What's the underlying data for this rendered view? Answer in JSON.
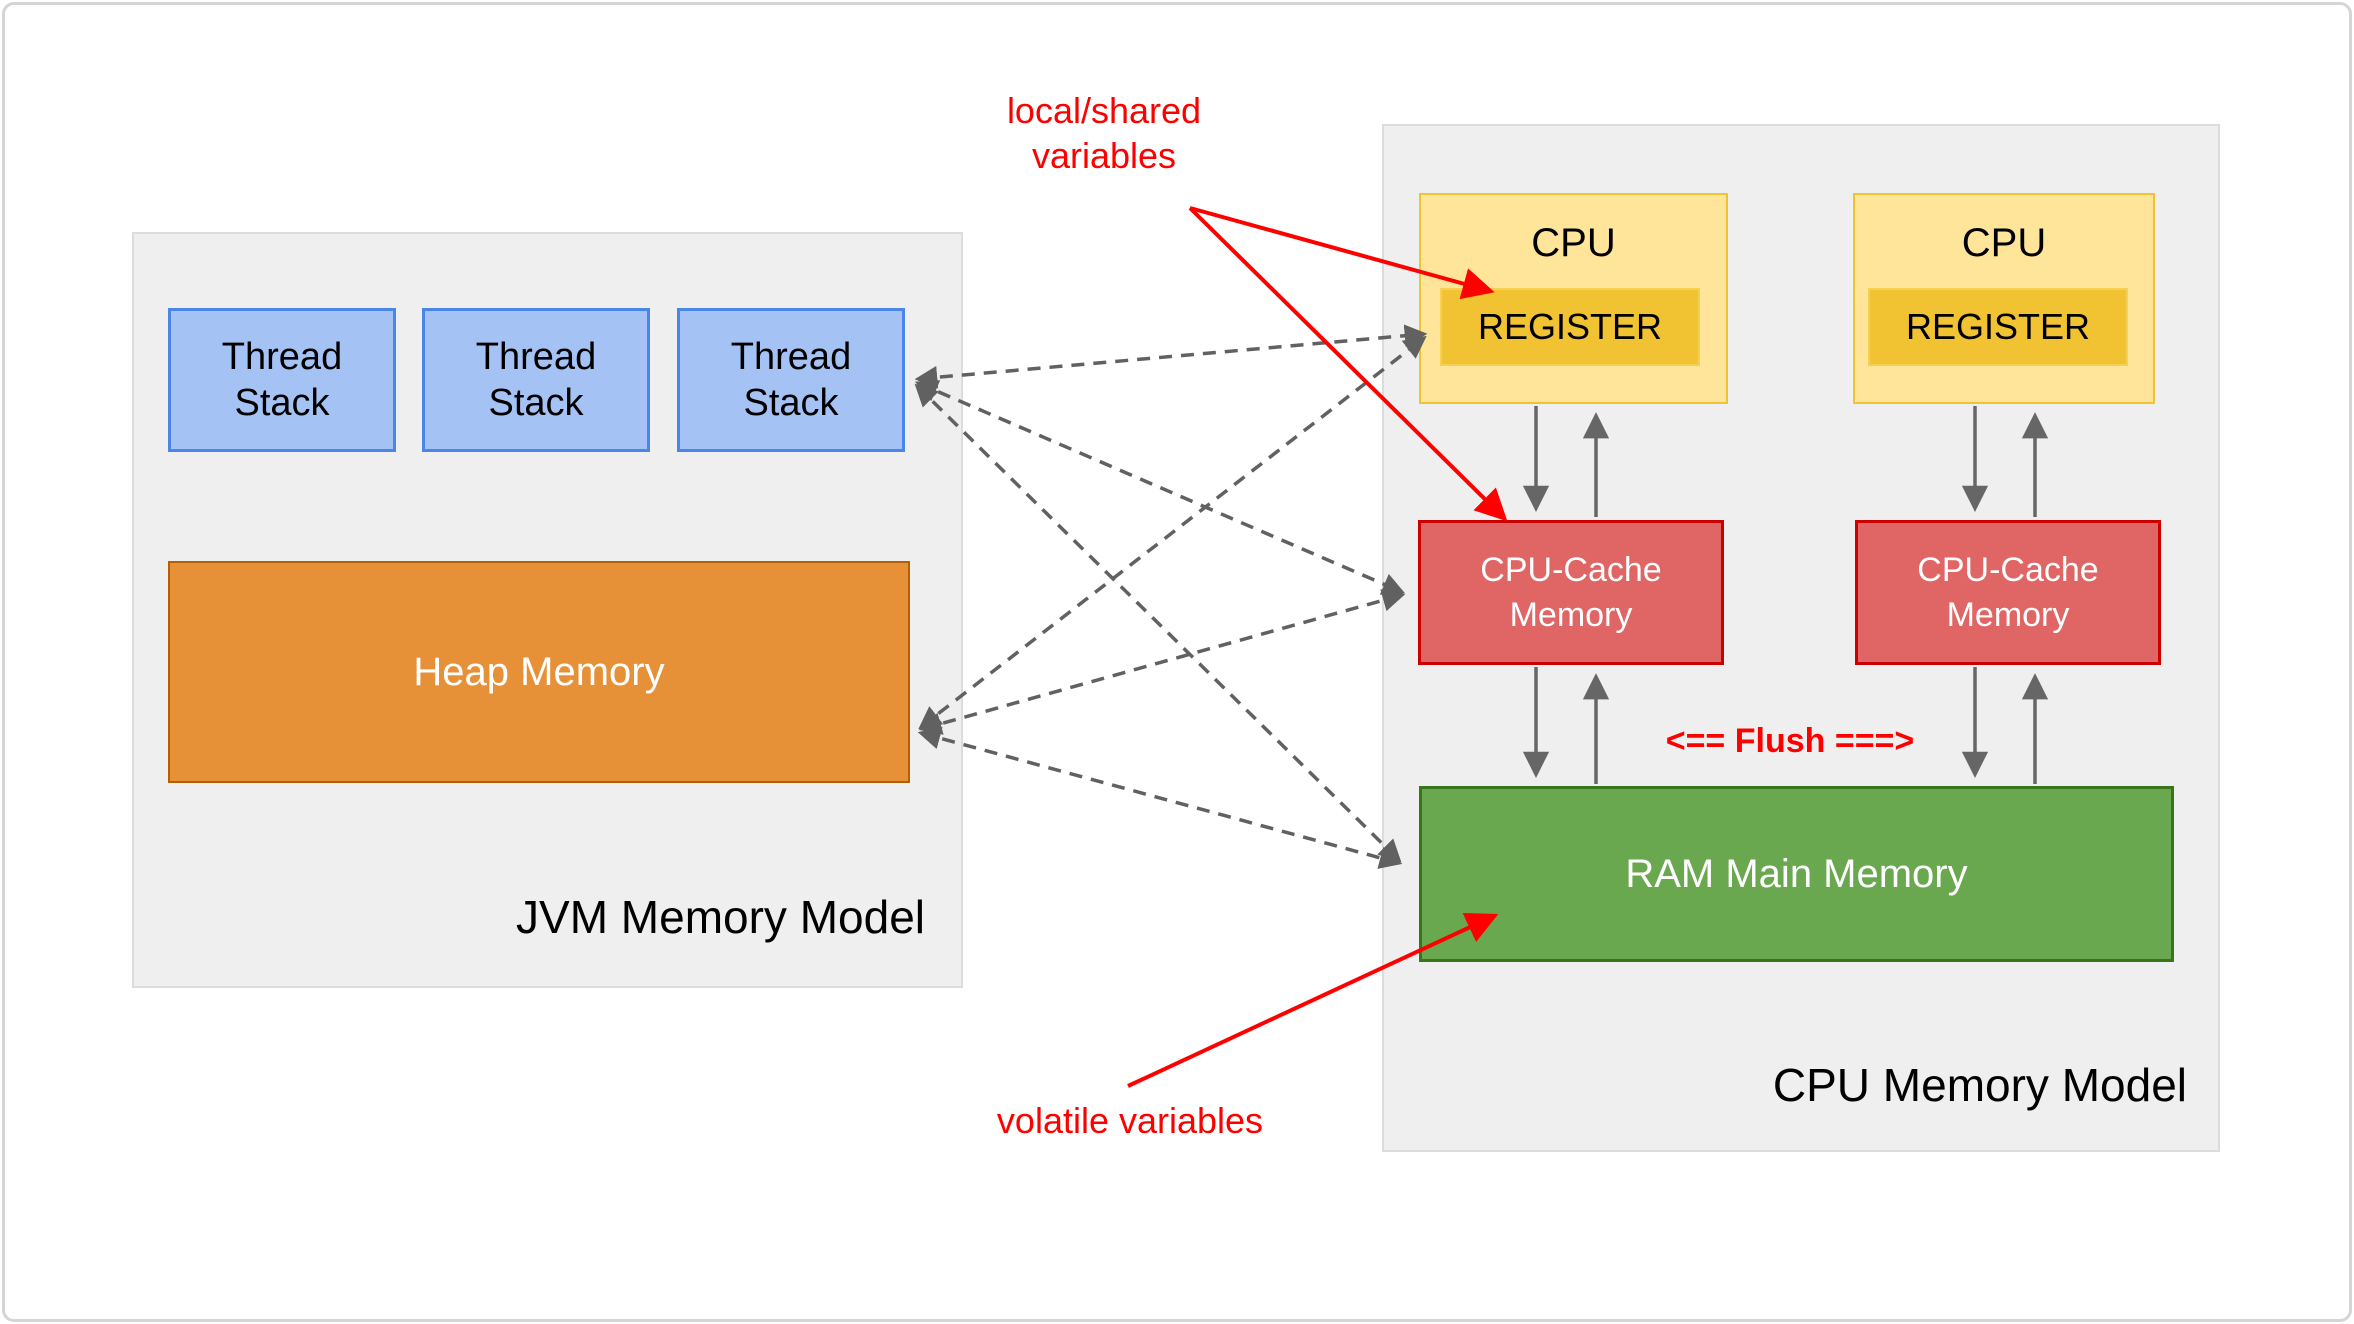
{
  "jvm_panel": {
    "title": "JVM Memory Model",
    "thread_stacks": [
      {
        "label": "Thread\nStack"
      },
      {
        "label": "Thread\nStack"
      },
      {
        "label": "Thread\nStack"
      }
    ],
    "heap_label": "Heap Memory"
  },
  "cpu_panel": {
    "title": "CPU Memory Model",
    "cpus": [
      {
        "label": "CPU",
        "register_label": "REGISTER"
      },
      {
        "label": "CPU",
        "register_label": "REGISTER"
      }
    ],
    "caches": [
      {
        "label": "CPU-Cache\nMemory"
      },
      {
        "label": "CPU-Cache\nMemory"
      }
    ],
    "ram_label": "RAM Main Memory",
    "flush_label": "<== Flush ===>"
  },
  "annotations": {
    "local_shared": "local/shared\nvariables",
    "volatile": "volatile variables"
  },
  "colors": {
    "panel_bg": "#efefef",
    "panel_border": "#dcdcdc",
    "thread_fill": "#a4c2f4",
    "thread_border": "#4a86e8",
    "heap_fill": "#e69138",
    "heap_border": "#b45f06",
    "cpu_fill": "#ffe599",
    "cpu_border": "#f1c232",
    "register_fill": "#f1c232",
    "cache_fill": "#e06666",
    "cache_border": "#cc0000",
    "ram_fill": "#6aa84f",
    "ram_border": "#38761d",
    "dashed_arrow": "#616161",
    "solid_arrow": "#666666",
    "annotation_red": "#ff0000",
    "title_text": "#000000"
  }
}
